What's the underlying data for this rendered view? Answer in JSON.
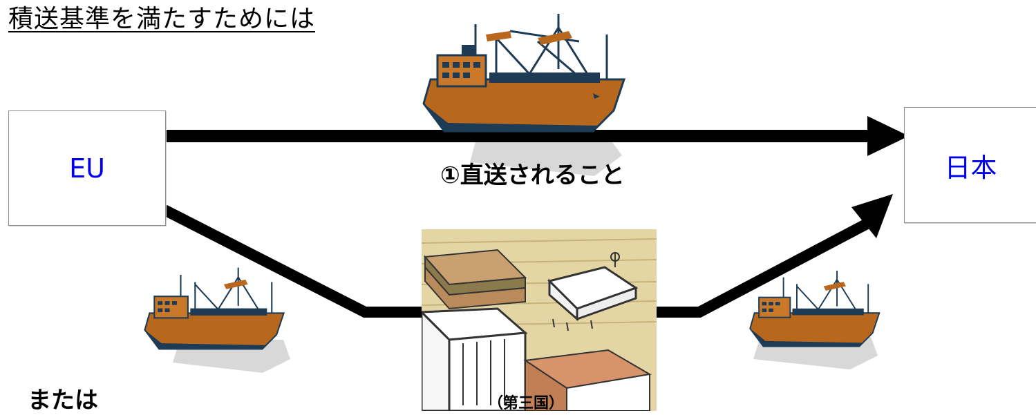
{
  "title": "積送基準を満たすためには",
  "origin": {
    "label": "EU"
  },
  "destination": {
    "label": "日本"
  },
  "direct_route": {
    "label": "①直送されること"
  },
  "via_route": {
    "connector_label": "または",
    "transit_label": "（第三国）"
  },
  "colors": {
    "box_text": "#0000ee",
    "arrow": "#000000",
    "ship_hull": "#b8681c",
    "ship_dark": "#1d3b55",
    "cargo_background": "#e4d6a4"
  },
  "icons": [
    "cargo-ship-icon",
    "cargo-ship-icon",
    "cargo-ship-icon",
    "port-cargo-crates-icon"
  ]
}
